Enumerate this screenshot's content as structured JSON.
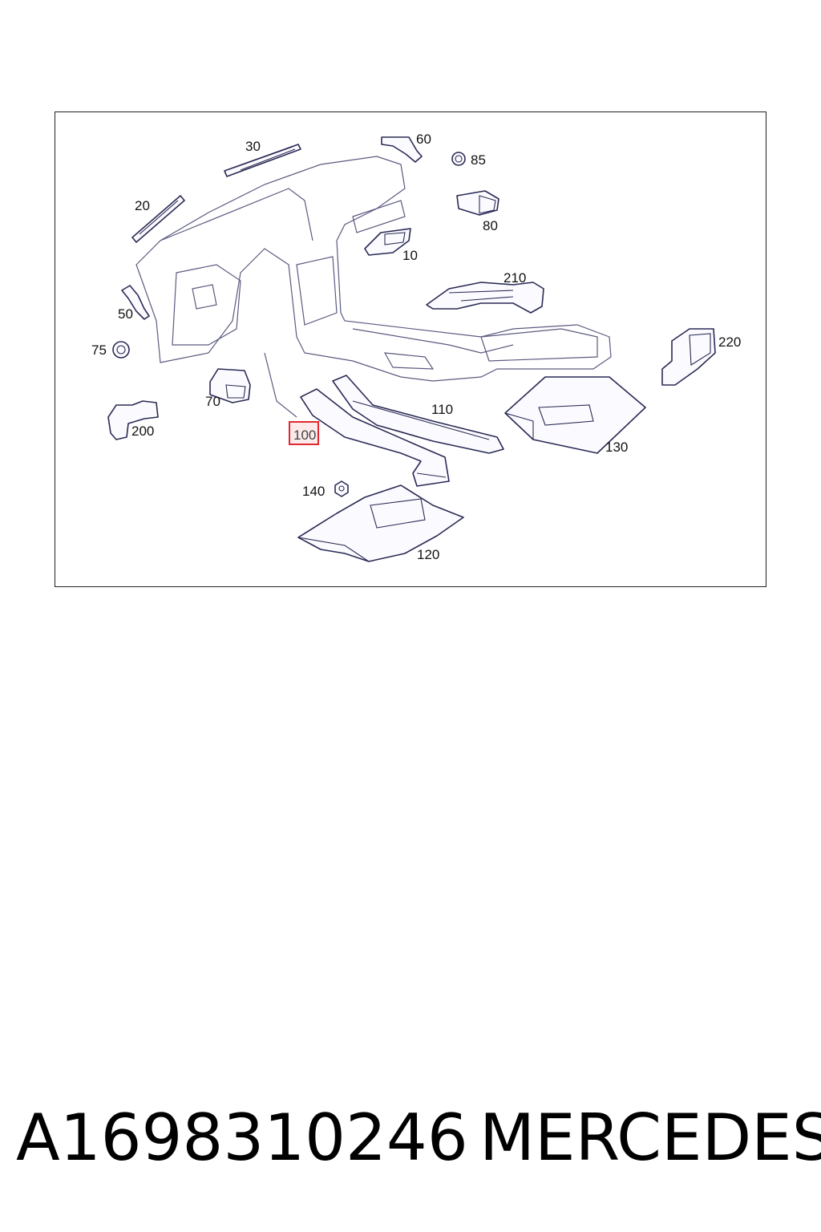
{
  "diagram": {
    "callouts": [
      {
        "id": "30",
        "label": "30"
      },
      {
        "id": "60",
        "label": "60"
      },
      {
        "id": "85",
        "label": "85"
      },
      {
        "id": "20",
        "label": "20"
      },
      {
        "id": "80",
        "label": "80"
      },
      {
        "id": "10",
        "label": "10"
      },
      {
        "id": "210",
        "label": "210"
      },
      {
        "id": "50",
        "label": "50"
      },
      {
        "id": "75",
        "label": "75"
      },
      {
        "id": "220",
        "label": "220"
      },
      {
        "id": "70",
        "label": "70"
      },
      {
        "id": "110",
        "label": "110"
      },
      {
        "id": "200",
        "label": "200"
      },
      {
        "id": "100",
        "label": "100"
      },
      {
        "id": "130",
        "label": "130"
      },
      {
        "id": "140",
        "label": "140"
      },
      {
        "id": "120",
        "label": "120"
      }
    ],
    "highlighted_part": "100",
    "highlight_color": "#e0282e"
  },
  "footer": {
    "part_number": "A1698310246",
    "brand": "MERCEDES"
  }
}
